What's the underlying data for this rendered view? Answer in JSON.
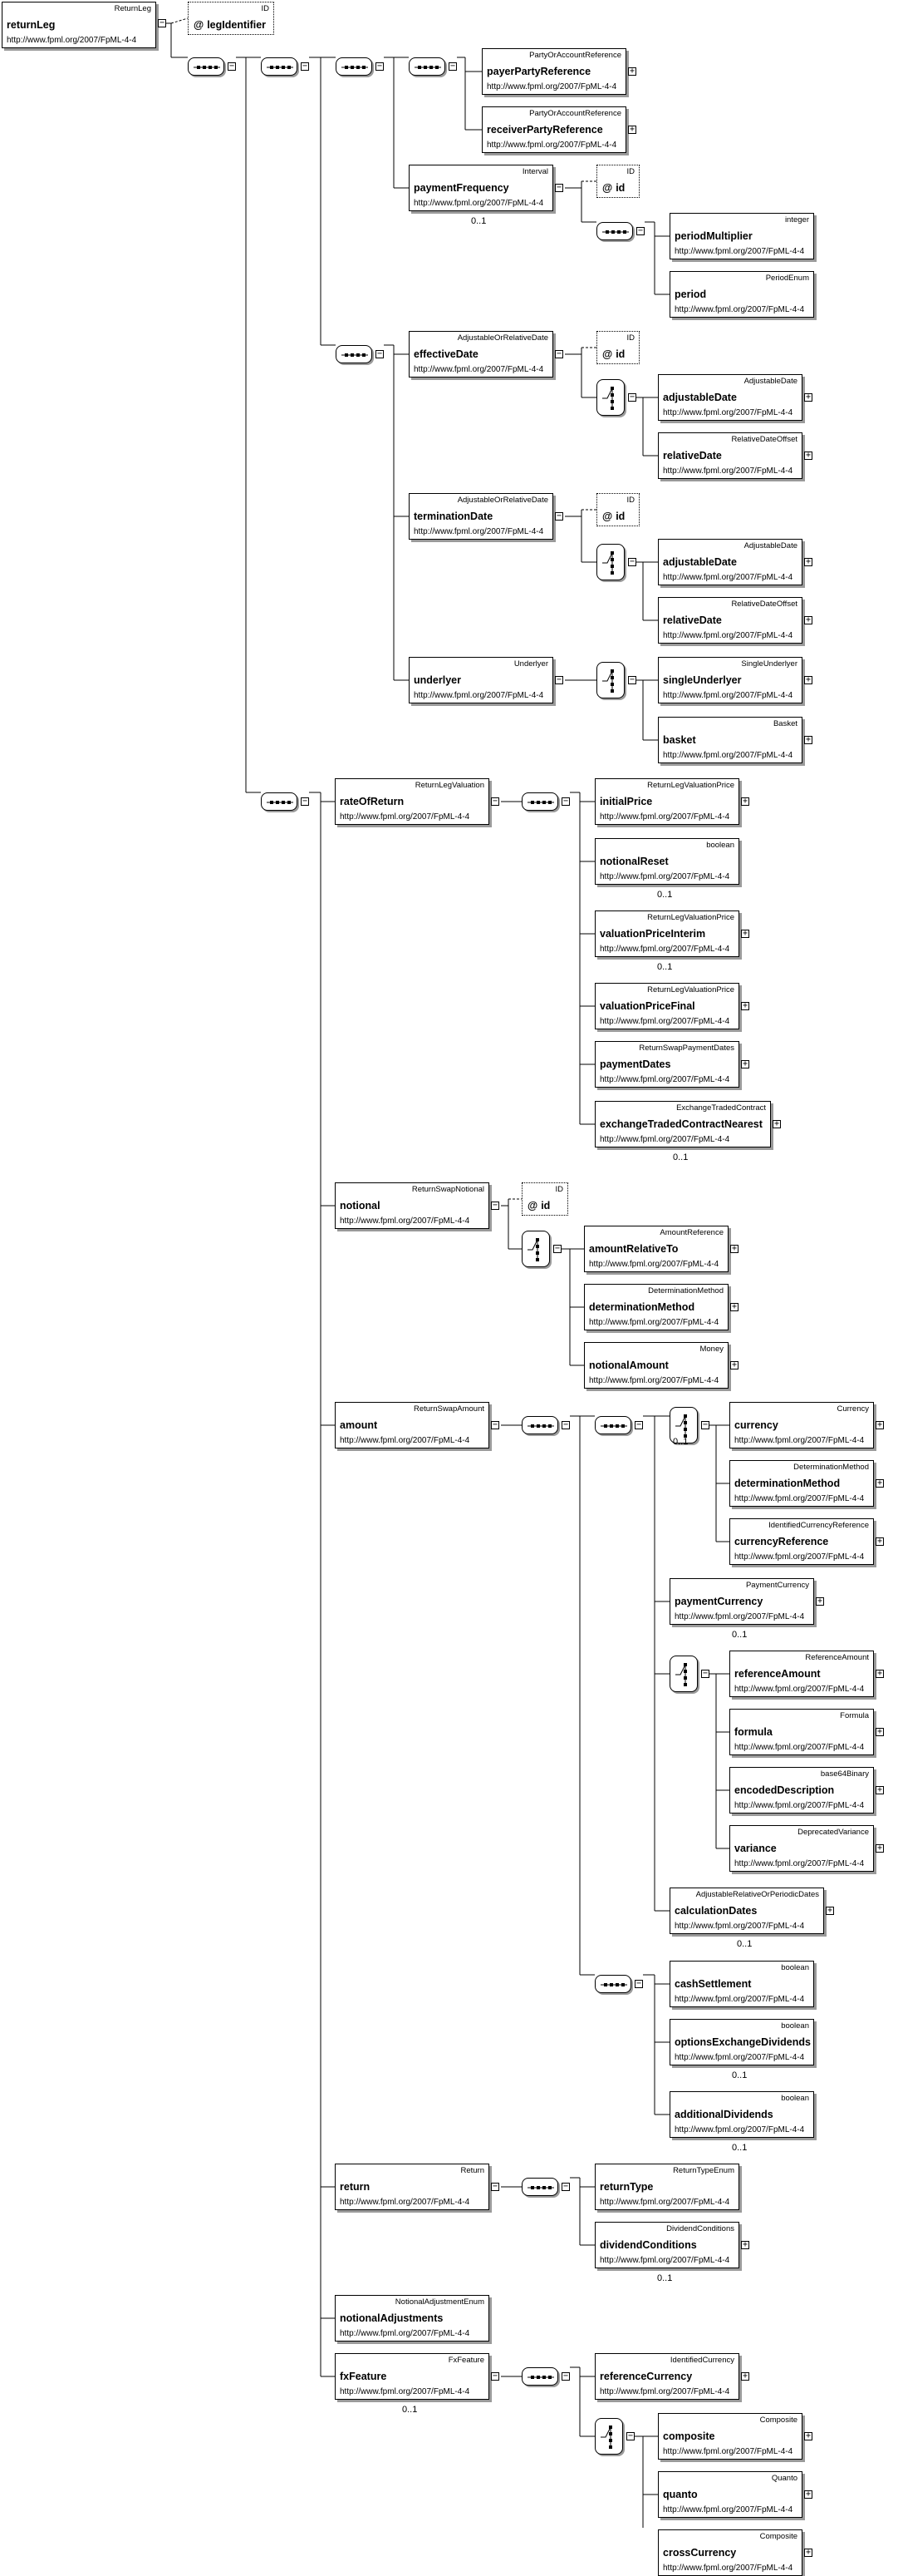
{
  "expand_symbols": {
    "collapse": "−",
    "expand": "+"
  },
  "attr_symbol": "@",
  "root": {
    "type": "ReturnLeg",
    "name": "returnLeg",
    "ns": "http://www.fpml.org/2007/FpML-4-4"
  },
  "root_attr": {
    "type": "ID",
    "name": "legIdentifier"
  },
  "elements": [
    {
      "type": "PartyOrAccountReference",
      "name": "payerPartyReference",
      "ns": "http://www.fpml.org/2007/FpML-4-4",
      "occ": ""
    },
    {
      "type": "PartyOrAccountReference",
      "name": "receiverPartyReference",
      "ns": "http://www.fpml.org/2007/FpML-4-4",
      "occ": ""
    },
    {
      "type": "Interval",
      "name": "paymentFrequency",
      "ns": "http://www.fpml.org/2007/FpML-4-4",
      "occ": "0..1"
    },
    {
      "type": "integer",
      "name": "periodMultiplier",
      "ns": "http://www.fpml.org/2007/FpML-4-4",
      "occ": ""
    },
    {
      "type": "PeriodEnum",
      "name": "period",
      "ns": "http://www.fpml.org/2007/FpML-4-4",
      "occ": ""
    },
    {
      "type": "AdjustableOrRelativeDate",
      "name": "effectiveDate",
      "ns": "http://www.fpml.org/2007/FpML-4-4",
      "occ": ""
    },
    {
      "type": "AdjustableDate",
      "name": "adjustableDate",
      "ns": "http://www.fpml.org/2007/FpML-4-4",
      "occ": ""
    },
    {
      "type": "RelativeDateOffset",
      "name": "relativeDate",
      "ns": "http://www.fpml.org/2007/FpML-4-4",
      "occ": ""
    },
    {
      "type": "AdjustableOrRelativeDate",
      "name": "terminationDate",
      "ns": "http://www.fpml.org/2007/FpML-4-4",
      "occ": ""
    },
    {
      "type": "AdjustableDate",
      "name": "adjustableDate",
      "ns": "http://www.fpml.org/2007/FpML-4-4",
      "occ": ""
    },
    {
      "type": "RelativeDateOffset",
      "name": "relativeDate",
      "ns": "http://www.fpml.org/2007/FpML-4-4",
      "occ": ""
    },
    {
      "type": "Underlyer",
      "name": "underlyer",
      "ns": "http://www.fpml.org/2007/FpML-4-4",
      "occ": ""
    },
    {
      "type": "SingleUnderlyer",
      "name": "singleUnderlyer",
      "ns": "http://www.fpml.org/2007/FpML-4-4",
      "occ": ""
    },
    {
      "type": "Basket",
      "name": "basket",
      "ns": "http://www.fpml.org/2007/FpML-4-4",
      "occ": ""
    },
    {
      "type": "ReturnLegValuation",
      "name": "rateOfReturn",
      "ns": "http://www.fpml.org/2007/FpML-4-4",
      "occ": ""
    },
    {
      "type": "ReturnLegValuationPrice",
      "name": "initialPrice",
      "ns": "http://www.fpml.org/2007/FpML-4-4",
      "occ": ""
    },
    {
      "type": "boolean",
      "name": "notionalReset",
      "ns": "http://www.fpml.org/2007/FpML-4-4",
      "occ": "0..1"
    },
    {
      "type": "ReturnLegValuationPrice",
      "name": "valuationPriceInterim",
      "ns": "http://www.fpml.org/2007/FpML-4-4",
      "occ": "0..1"
    },
    {
      "type": "ReturnLegValuationPrice",
      "name": "valuationPriceFinal",
      "ns": "http://www.fpml.org/2007/FpML-4-4",
      "occ": ""
    },
    {
      "type": "ReturnSwapPaymentDates",
      "name": "paymentDates",
      "ns": "http://www.fpml.org/2007/FpML-4-4",
      "occ": ""
    },
    {
      "type": "ExchangeTradedContract",
      "name": "exchangeTradedContractNearest",
      "ns": "http://www.fpml.org/2007/FpML-4-4",
      "occ": "0..1"
    },
    {
      "type": "ReturnSwapNotional",
      "name": "notional",
      "ns": "http://www.fpml.org/2007/FpML-4-4",
      "occ": ""
    },
    {
      "type": "AmountReference",
      "name": "amountRelativeTo",
      "ns": "http://www.fpml.org/2007/FpML-4-4",
      "occ": ""
    },
    {
      "type": "DeterminationMethod",
      "name": "determinationMethod",
      "ns": "http://www.fpml.org/2007/FpML-4-4",
      "occ": ""
    },
    {
      "type": "Money",
      "name": "notionalAmount",
      "ns": "http://www.fpml.org/2007/FpML-4-4",
      "occ": ""
    },
    {
      "type": "ReturnSwapAmount",
      "name": "amount",
      "ns": "http://www.fpml.org/2007/FpML-4-4",
      "occ": ""
    },
    {
      "type": "Currency",
      "name": "currency",
      "ns": "http://www.fpml.org/2007/FpML-4-4",
      "occ": ""
    },
    {
      "type": "DeterminationMethod",
      "name": "determinationMethod",
      "ns": "http://www.fpml.org/2007/FpML-4-4",
      "occ": ""
    },
    {
      "type": "IdentifiedCurrencyReference",
      "name": "currencyReference",
      "ns": "http://www.fpml.org/2007/FpML-4-4",
      "occ": ""
    },
    {
      "type": "PaymentCurrency",
      "name": "paymentCurrency",
      "ns": "http://www.fpml.org/2007/FpML-4-4",
      "occ": "0..1"
    },
    {
      "type": "ReferenceAmount",
      "name": "referenceAmount",
      "ns": "http://www.fpml.org/2007/FpML-4-4",
      "occ": ""
    },
    {
      "type": "Formula",
      "name": "formula",
      "ns": "http://www.fpml.org/2007/FpML-4-4",
      "occ": ""
    },
    {
      "type": "base64Binary",
      "name": "encodedDescription",
      "ns": "http://www.fpml.org/2007/FpML-4-4",
      "occ": ""
    },
    {
      "type": "DeprecatedVariance",
      "name": "variance",
      "ns": "http://www.fpml.org/2007/FpML-4-4",
      "occ": ""
    },
    {
      "type": "AdjustableRelativeOrPeriodicDates",
      "name": "calculationDates",
      "ns": "http://www.fpml.org/2007/FpML-4-4",
      "occ": "0..1"
    },
    {
      "type": "boolean",
      "name": "cashSettlement",
      "ns": "http://www.fpml.org/2007/FpML-4-4",
      "occ": ""
    },
    {
      "type": "boolean",
      "name": "optionsExchangeDividends",
      "ns": "http://www.fpml.org/2007/FpML-4-4",
      "occ": "0..1"
    },
    {
      "type": "boolean",
      "name": "additionalDividends",
      "ns": "http://www.fpml.org/2007/FpML-4-4",
      "occ": "0..1"
    },
    {
      "type": "Return",
      "name": "return",
      "ns": "http://www.fpml.org/2007/FpML-4-4",
      "occ": ""
    },
    {
      "type": "ReturnTypeEnum",
      "name": "returnType",
      "ns": "http://www.fpml.org/2007/FpML-4-4",
      "occ": ""
    },
    {
      "type": "DividendConditions",
      "name": "dividendConditions",
      "ns": "http://www.fpml.org/2007/FpML-4-4",
      "occ": "0..1"
    },
    {
      "type": "NotionalAdjustmentEnum",
      "name": "notionalAdjustments",
      "ns": "http://www.fpml.org/2007/FpML-4-4",
      "occ": ""
    },
    {
      "type": "FxFeature",
      "name": "fxFeature",
      "ns": "http://www.fpml.org/2007/FpML-4-4",
      "occ": "0..1"
    },
    {
      "type": "IdentifiedCurrency",
      "name": "referenceCurrency",
      "ns": "http://www.fpml.org/2007/FpML-4-4",
      "occ": ""
    },
    {
      "type": "Composite",
      "name": "composite",
      "ns": "http://www.fpml.org/2007/FpML-4-4",
      "occ": ""
    },
    {
      "type": "Quanto",
      "name": "quanto",
      "ns": "http://www.fpml.org/2007/FpML-4-4",
      "occ": ""
    },
    {
      "type": "Composite",
      "name": "crossCurrency",
      "ns": "http://www.fpml.org/2007/FpML-4-4",
      "occ": ""
    }
  ],
  "attributes": [
    {
      "type": "ID",
      "name": "id"
    },
    {
      "type": "ID",
      "name": "id"
    },
    {
      "type": "ID",
      "name": "id"
    },
    {
      "type": "ID",
      "name": "id"
    }
  ],
  "compositor_occ": [
    {
      "occ": "0..1"
    }
  ]
}
